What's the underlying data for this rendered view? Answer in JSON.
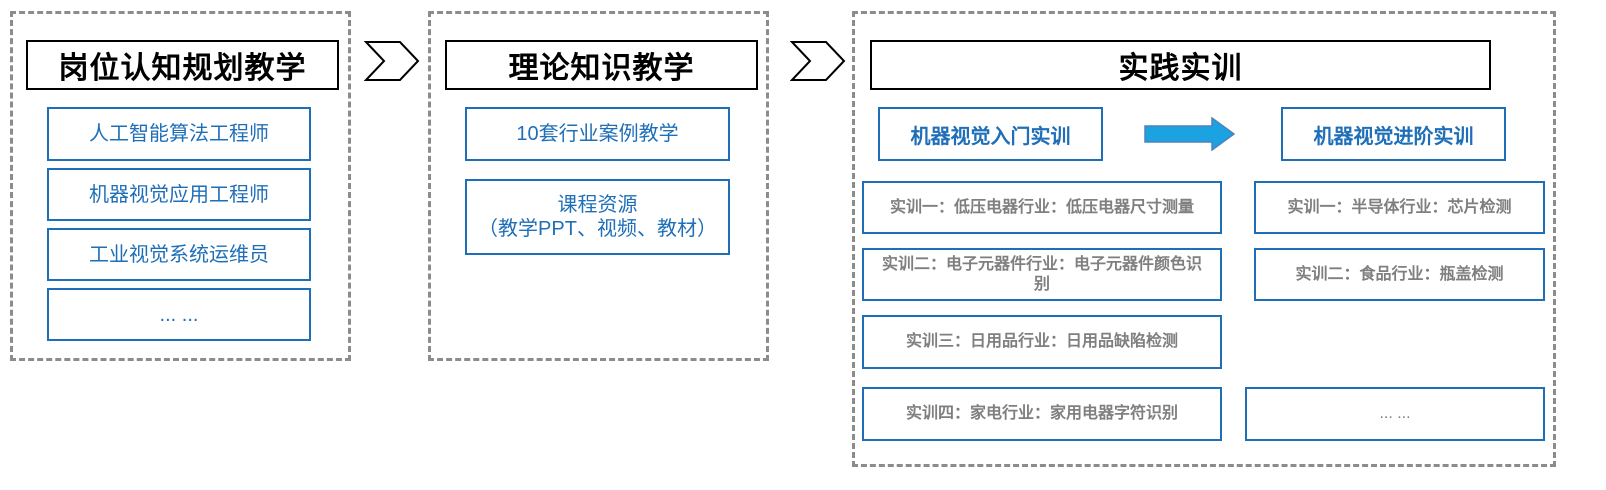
{
  "stage1": {
    "title": "岗位认知规划教学",
    "items": [
      "人工智能算法工程师",
      "机器视觉应用工程师",
      "工业视觉系统运维员",
      "... ..."
    ]
  },
  "stage2": {
    "title": "理论知识教学",
    "items": [
      {
        "line1": "10套行业案例教学"
      },
      {
        "line1": "课程资源",
        "line2": "（教学PPT、视频、教材）"
      }
    ]
  },
  "stage3": {
    "title": "实践实训",
    "intro": {
      "title": "机器视觉入门实训",
      "items": [
        "实训一：低压电器行业：低压电器尺寸测量",
        "实训二：电子元器件行业：电子元器件颜色识别",
        "实训三：日用品行业：日用品缺陷检测",
        "实训四：家电行业：家用电器字符识别"
      ]
    },
    "advanced": {
      "title": "机器视觉进阶实训",
      "items": [
        "实训一：半导体行业：芯片检测",
        "实训二：食品行业：瓶盖检测",
        "... ..."
      ]
    }
  },
  "colors": {
    "accent_blue": "#1f6fb8",
    "arrow_cyan": "#1aa3e0",
    "dash_gray": "#8c8c8c",
    "item_gray": "#7f7f7f"
  },
  "icons": [
    "chevron-right-icon",
    "chevron-right-icon",
    "arrow-right-icon"
  ]
}
